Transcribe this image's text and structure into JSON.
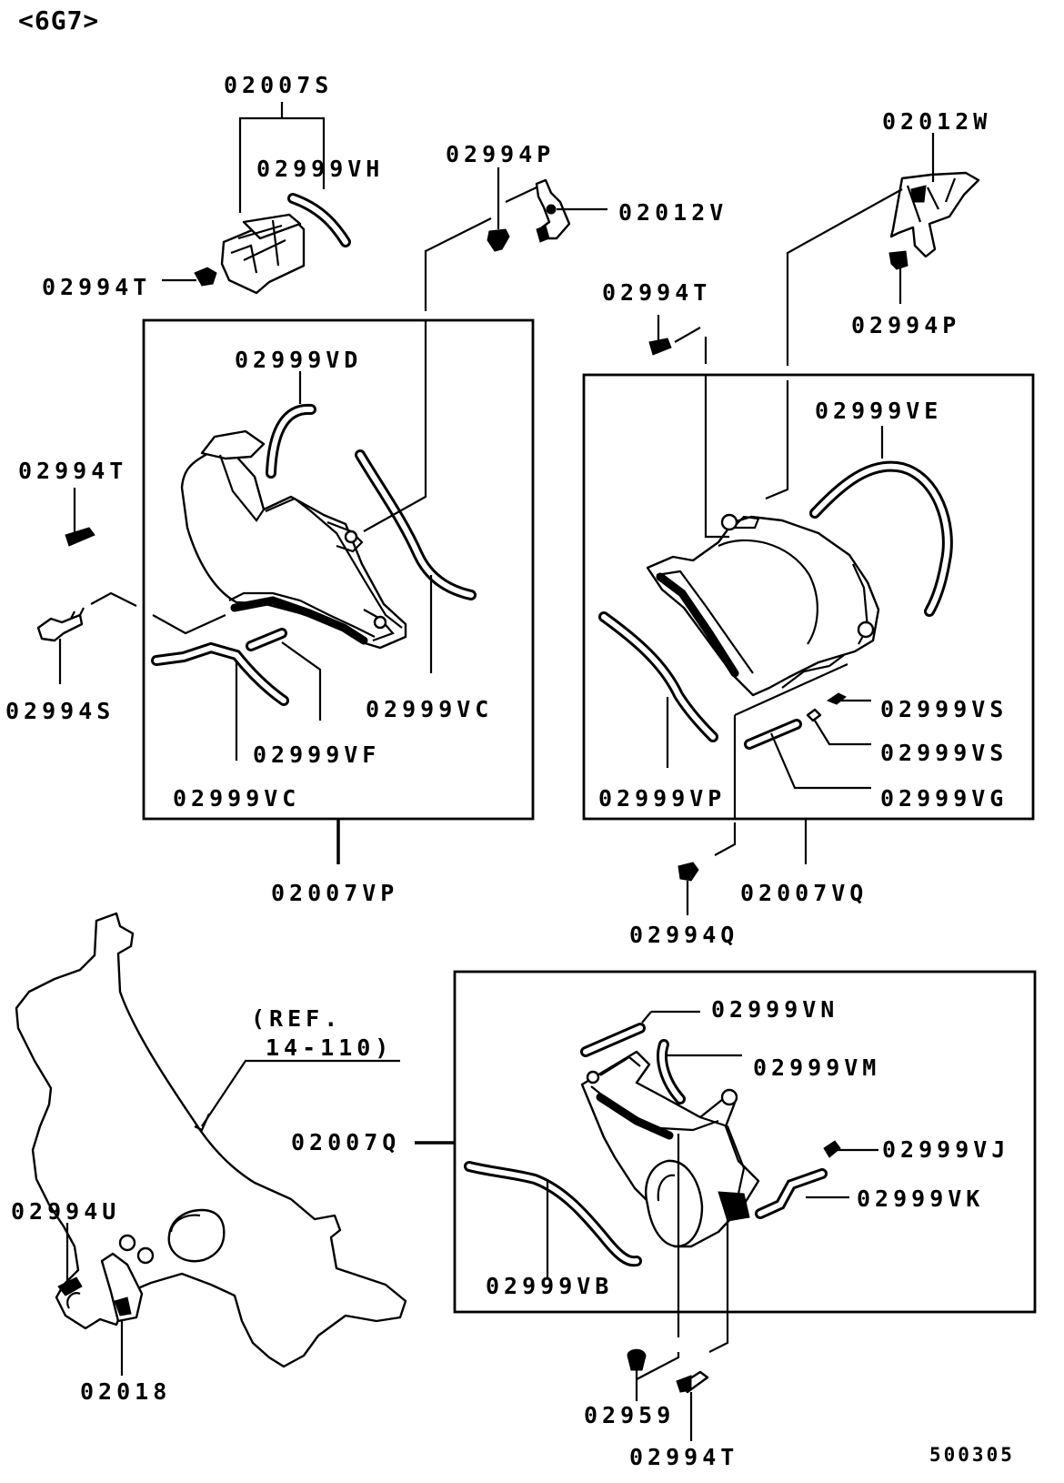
{
  "header": {
    "group_code": "<6G7>"
  },
  "footer": {
    "diagram_code": "500305"
  },
  "reference": {
    "line1": "(REF.",
    "line2": "14-110)"
  },
  "labels": {
    "l_02007S": "02007S",
    "l_02999VH": "02999VH",
    "l_02994T_a": "02994T",
    "l_02994P_a": "02994P",
    "l_02012V": "02012V",
    "l_02012W": "02012W",
    "l_02994P_b": "02994P",
    "l_02994T_b": "02994T",
    "l_02999VD": "02999VD",
    "l_02994T_c": "02994T",
    "l_02994S": "02994S",
    "l_02999VC_a": "02999VC",
    "l_02999VF": "02999VF",
    "l_02999VC_b": "02999VC",
    "l_02007VP": "02007VP",
    "l_02999VE": "02999VE",
    "l_02999VS_a": "02999VS",
    "l_02999VS_b": "02999VS",
    "l_02999VP": "02999VP",
    "l_02999VG": "02999VG",
    "l_02007VQ": "02007VQ",
    "l_02994Q": "02994Q",
    "l_02999VN": "02999VN",
    "l_02999VM": "02999VM",
    "l_02007Q": "02007Q",
    "l_02999VJ": "02999VJ",
    "l_02999VK": "02999VK",
    "l_02999VB": "02999VB",
    "l_02994U": "02994U",
    "l_02018": "02018",
    "l_02959": "02959",
    "l_02994T_d": "02994T"
  }
}
